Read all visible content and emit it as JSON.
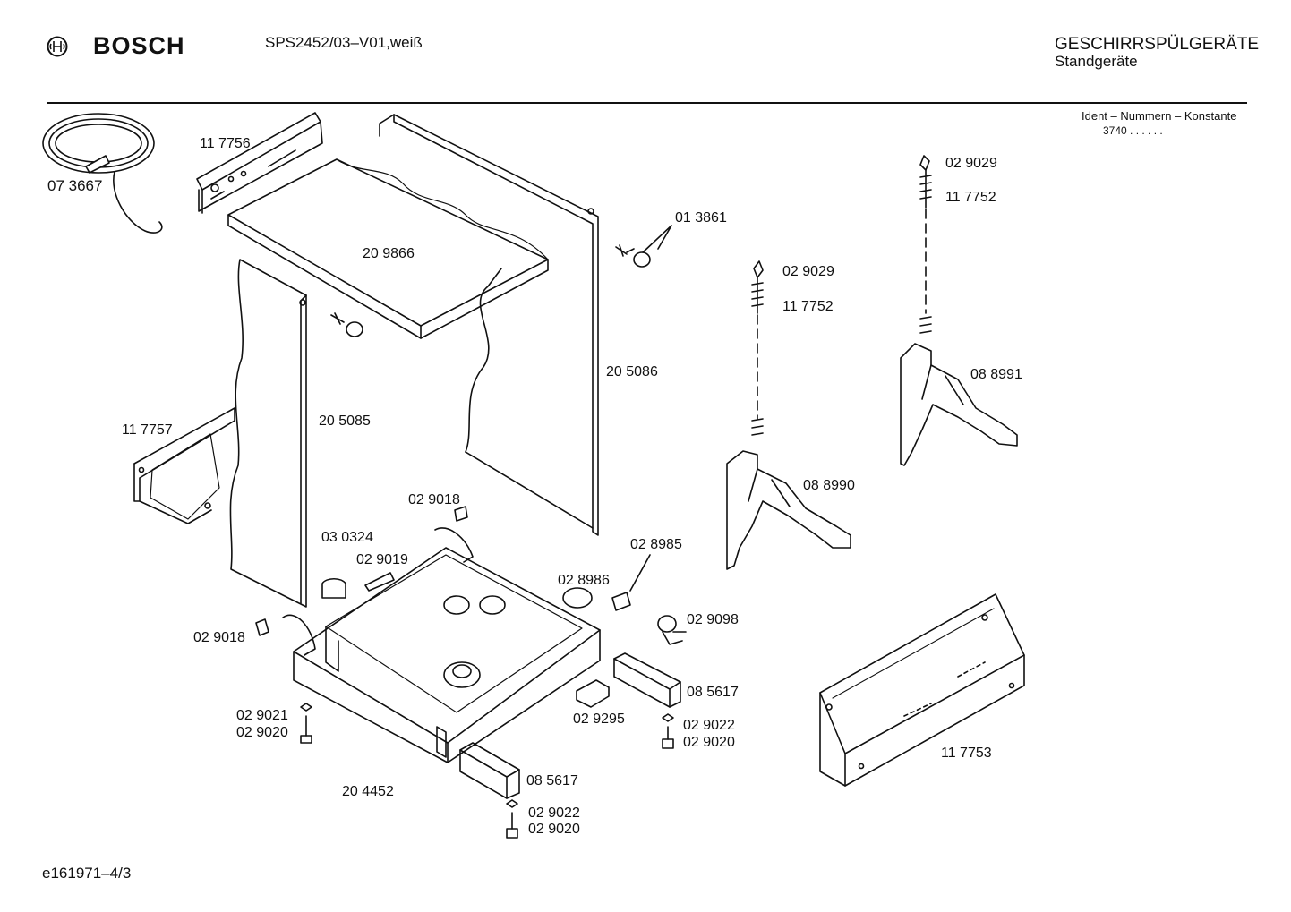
{
  "header": {
    "brand": "BOSCH",
    "model": "SPS2452/03–V01,weiß",
    "category": "GESCHIRRSPÜLGERÄTE",
    "subcategory": "Standgeräte"
  },
  "ident": {
    "title": "Ident – Nummern – Konstante",
    "value": "3740  .  .    .  .  .  ."
  },
  "footer": {
    "code": "e161971–4/3"
  },
  "labels": {
    "l073667": "07 3667",
    "l117756": "11 7756",
    "l209866": "20 9866",
    "l013861": "01 3861",
    "l205086": "20 5086",
    "l205085": "20 5085",
    "l117757": "11 7757",
    "l029018a": "02 9018",
    "l030324": "03 0324",
    "l029019": "02 9019",
    "l029018b": "02 9018",
    "l028986": "02 8986",
    "l028985": "02 8985",
    "l029098": "02 9098",
    "l085617a": "08 5617",
    "l029295": "02 9295",
    "l029021": "02 9021",
    "l029020a": "02 9020",
    "l029022a": "02 9022",
    "l029020b": "02 9020",
    "l204452": "20 4452",
    "l085617b": "08 5617",
    "l029022b": "02 9022",
    "l029020c": "02 9020",
    "l029029a": "02 9029",
    "l117752a": "11 7752",
    "l088990": "08 8990",
    "l029029b": "02 9029",
    "l117752b": "11 7752",
    "l088991": "08 8991",
    "l117753": "11 7753"
  }
}
